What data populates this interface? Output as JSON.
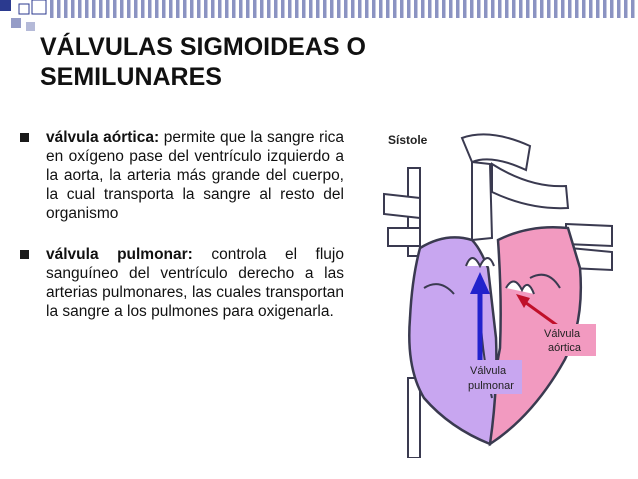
{
  "slide": {
    "title": "VÁLVULAS SIGMOIDEAS O SEMILUNARES",
    "bullets": [
      {
        "term": "válvula aórtica:",
        "text": " permite que la sangre rica en oxígeno pase del ventrículo izquierdo a la aorta, la arteria más grande del cuerpo, la cual transporta la sangre al resto del organismo"
      },
      {
        "term": "válvula pulmonar:",
        "text": " controla el flujo sanguíneo del ventrículo derecho a las arterias pulmonares, las cuales transportan la sangre a los pulmones para oxigenarla."
      }
    ]
  },
  "diagram": {
    "title": "Sístole",
    "label_aortic_1": "Válvula",
    "label_aortic_2": "aórtica",
    "label_pulmonary_1": "Válvula",
    "label_pulmonary_2": "pulmonar"
  },
  "colors": {
    "deco_blue": "#2b3a8f",
    "right_heart": "#c8a6f0",
    "left_heart": "#f29ac0",
    "outline": "#3a3a50",
    "vessel": "#ffffff",
    "blue_arrow": "#2222cc",
    "red_arrow": "#c0102a"
  }
}
